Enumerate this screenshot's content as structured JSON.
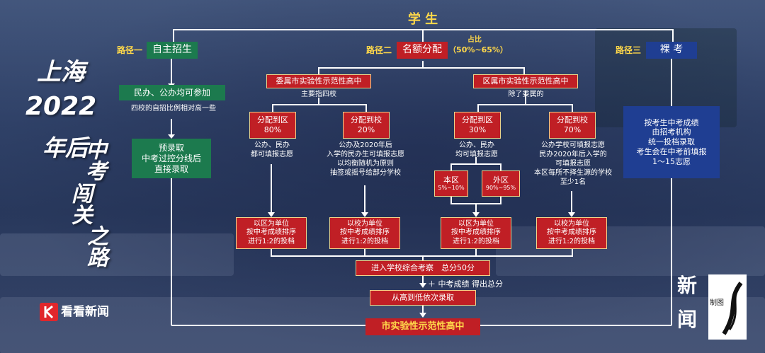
{
  "top": {
    "student": "学 生"
  },
  "paths": {
    "p1": {
      "tag": "路径一",
      "name": "自主招生"
    },
    "p2": {
      "tag": "路径二",
      "name": "名额分配",
      "ratio_title": "占比",
      "ratio": "（50%~65%）"
    },
    "p3": {
      "tag": "路径三",
      "name": "裸 考"
    }
  },
  "left": {
    "eligible": "民办、公办均可参加",
    "note": "四校的自招比例相对高一些",
    "pre": "预录取\n中考过控分线后\n直接录取"
  },
  "middle": {
    "hq_a": "委属市实验性示范性高中",
    "hq_a_note": "主要指四校",
    "hq_b": "区属市实验性示范性高中",
    "hq_b_note": "除了委属的",
    "a_district": "分配到区\n80%",
    "a_district_note": "公办、民办\n都可填报志愿",
    "a_school": "分配到校\n20%",
    "a_school_note": "公办及2020年后\n入学的民办生可填报志愿\n以均衡随机为原则\n抽签或摇号给部分学校",
    "b_district": "分配到区\n30%",
    "b_district_note": "公办、民办\n均可填报志愿",
    "b_school": "分配到校\n70%",
    "b_school_note": "公办学校可填报志愿\n民办2020年后入学的\n可填报志愿\n本区每所不择生源的学校\n至少1名",
    "local": "本区",
    "local_pct": "5%~10%",
    "outer": "外区",
    "outer_pct": "90%~95%",
    "rank_district": "以区为单位\n按中考成绩排序\n进行1:2的投档",
    "rank_school": "以校为单位\n按中考成绩排序\n进行1:2的投档",
    "review": "进入学校综合考察　总分50分",
    "plus": "＋ 中考成绩 得出总分",
    "admit": "从高到低依次录取",
    "final": "市实验性示范性高中"
  },
  "right": {
    "desc": "按考生中考成绩\n由招考机构\n统一投档录取\n考生会在中考前填报\n1～15志愿"
  },
  "title": {
    "line1": "上海",
    "line2": "2022",
    "line3": "年后",
    "vert1": "中考",
    "vert2": "闯关",
    "vert3": "之路"
  },
  "brand": {
    "logo_text": "看看新闻",
    "stamp_a": "新",
    "stamp_b": "闻",
    "stamp_note": "制图"
  }
}
